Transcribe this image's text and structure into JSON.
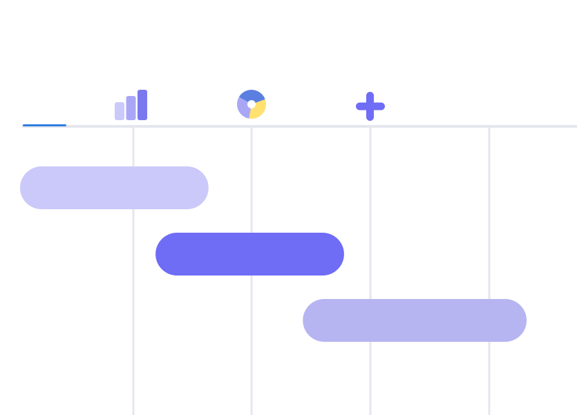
{
  "colors": {
    "background": "#ffffff",
    "divider": "#e6e6ef",
    "gridline": "#e6e6ef",
    "tab_underline": "#2f7fe0",
    "bar_light": "#cbc9f9",
    "bar_dark": "#6f6cf6",
    "bar_medium": "#b6b5f2",
    "chart_icon_short": "#cbc9f9",
    "chart_icon_mid": "#a9a7f5",
    "chart_icon_tall": "#7a78ef",
    "donut_blue": "#5b7fe0",
    "donut_lavender": "#a9a7f5",
    "donut_yellow": "#ffe170",
    "plus_icon": "#6f6cf6"
  },
  "toolbar": {
    "icons": [
      "bar-chart-icon",
      "donut-chart-icon",
      "plus-icon"
    ],
    "active_tab": "timeline"
  },
  "timeline": {
    "columns": 5,
    "tasks": [
      {
        "color_key": "bar_light",
        "start": 0.0,
        "end": 1.6
      },
      {
        "color_key": "bar_dark",
        "start": 1.15,
        "end": 2.75
      },
      {
        "color_key": "bar_medium",
        "start": 2.4,
        "end": 4.3
      }
    ]
  }
}
